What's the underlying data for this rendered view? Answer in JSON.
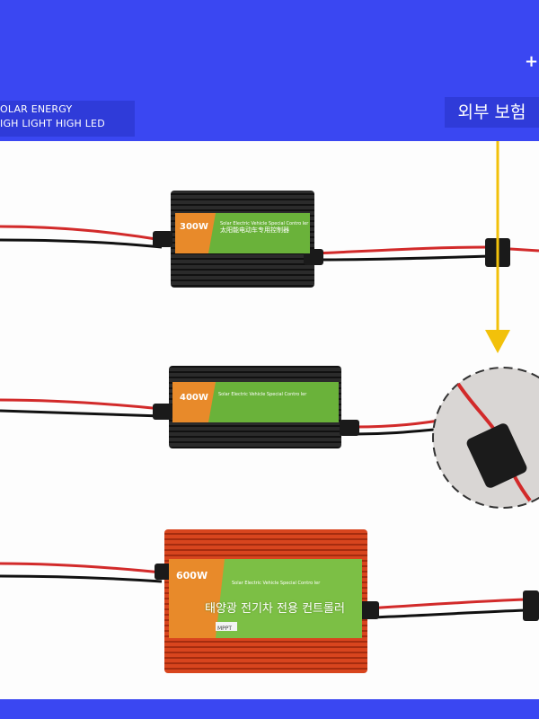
{
  "banner": {
    "line1": "OLAR ENERGY",
    "line2": "IGH LIGHT HIGH LED",
    "plus": "+"
  },
  "callout": {
    "label": "외부 보험"
  },
  "controllers": [
    {
      "wattage": "300W",
      "title": "太阳能电动车专用控制器",
      "subtitle": "Solar Electric Vehicle Special Contro ler",
      "finish": "black"
    },
    {
      "wattage": "400W",
      "title": "",
      "subtitle": "Solar Electric Vehicle Special Contro ler",
      "finish": "black"
    },
    {
      "wattage": "600W",
      "title": "",
      "subtitle": "Solar Electric Vehicle Special Contro ler",
      "badge": "MPPT",
      "finish": "red"
    }
  ],
  "caption": {
    "text": "태양광 전기차 전용 컨트롤러"
  },
  "colors": {
    "brand_blue": "#3a47f2",
    "housing_black": "#2a2a2a",
    "housing_red": "#d8451e",
    "label_green": "#6ab23a",
    "label_orange": "#e88a2a",
    "arrow_yellow": "#f2c10a",
    "wire_red": "#d22a2a"
  }
}
